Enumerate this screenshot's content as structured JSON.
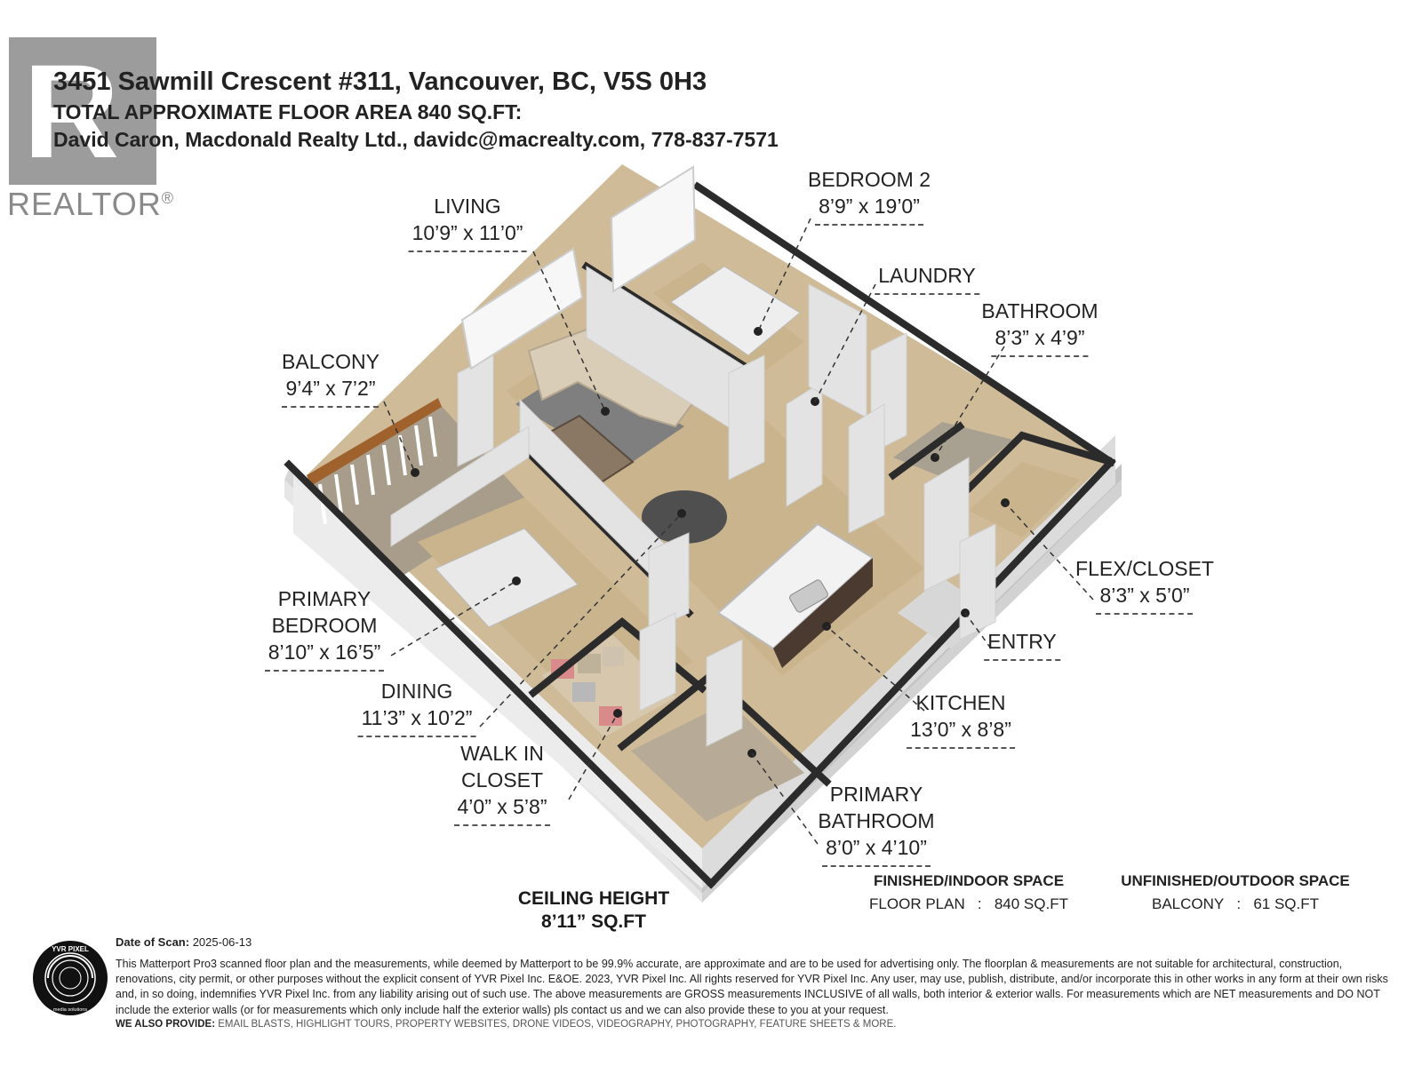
{
  "header": {
    "address": "3451 Sawmill Crescent #311, Vancouver, BC, V5S 0H3",
    "total_area": "TOTAL APPROXIMATE FLOOR AREA 840 SQ.FT:",
    "agent": "David Caron, Macdonald Realty Ltd., davidc@macrealty.com, 778-837-7571"
  },
  "realtor_logo": {
    "letter": "R",
    "word": "REALTOR",
    "mark": "®"
  },
  "rooms": [
    {
      "name": "LIVING",
      "dims": "10’9” x 11’0”"
    },
    {
      "name": "BEDROOM 2",
      "dims": "8’9” x 19’0”"
    },
    {
      "name": "LAUNDRY",
      "dims": ""
    },
    {
      "name": "BATHROOM",
      "dims": "8’3” x 4’9”"
    },
    {
      "name": "BALCONY",
      "dims": "9’4” x 7’2”"
    },
    {
      "name": "FLEX/CLOSET",
      "dims": "8’3” x 5’0”"
    },
    {
      "name": "ENTRY",
      "dims": ""
    },
    {
      "name": "PRIMARY BEDROOM",
      "dims": "8’10” x 16’5”"
    },
    {
      "name": "DINING",
      "dims": "11’3” x 10’2”"
    },
    {
      "name": "KITCHEN",
      "dims": "13’0” x 8’8”"
    },
    {
      "name": "WALK IN CLOSET",
      "dims": "4’0” x 5’8”"
    },
    {
      "name": "PRIMARY BATHROOM",
      "dims": "8’0” x 4’10”"
    }
  ],
  "ceiling": {
    "label": "CEILING HEIGHT",
    "value": "8’11” SQ.FT"
  },
  "finished": {
    "title": "FINISHED/INDOOR SPACE",
    "label": "FLOOR PLAN",
    "sep": ":",
    "value": "840 SQ.FT"
  },
  "unfinished": {
    "title": "UNFINISHED/OUTDOOR SPACE",
    "label": "BALCONY",
    "sep": ":",
    "value": "61 SQ.FT"
  },
  "footer": {
    "date_label": "Date of Scan:",
    "date_value": "2025-06-13",
    "disclaimer": "This Matterport Pro3 scanned floor plan and the measurements, while deemed by Matterport to be 99.9% accurate, are approximate and are to be used for advertising only. The floorplan & measurements are not suitable for architectural, construction, renovations, city permit, or other purposes without the explicit consent of YVR Pixel Inc. E&OE. 2023, YVR Pixel Inc. All rights reserved for YVR Pixel Inc. Any user, may use, publish, distribute, and/or incorporate this in other works in any form at their own risks and, in so doing, indemnifies YVR Pixel Inc. from any liability arising out of such use. The above measurements are GROSS measurements INCLUSIVE of all walls, both interior & exterior walls. For measurements which are NET measurements and DO NOT include the exterior walls (or for measurements which only include half the exterior walls) pls contact us and we can also provide these to you at your request.",
    "also_label": "WE ALSO PROVIDE:",
    "also_value": "EMAIL BLASTS, HIGHLIGHT TOURS, PROPERTY WEBSITES, DRONE VIDEOS, VIDEOGRAPHY, PHOTOGRAPHY, FEATURE SHEETS & MORE."
  },
  "yvr_logo": {
    "text": "YVR PIXEL",
    "sub": "media solutions"
  },
  "colors": {
    "wall": "#2b2b2b",
    "floor": "#cdb896",
    "wall_face": "#d9d9d9",
    "railing": "#a0622d"
  }
}
